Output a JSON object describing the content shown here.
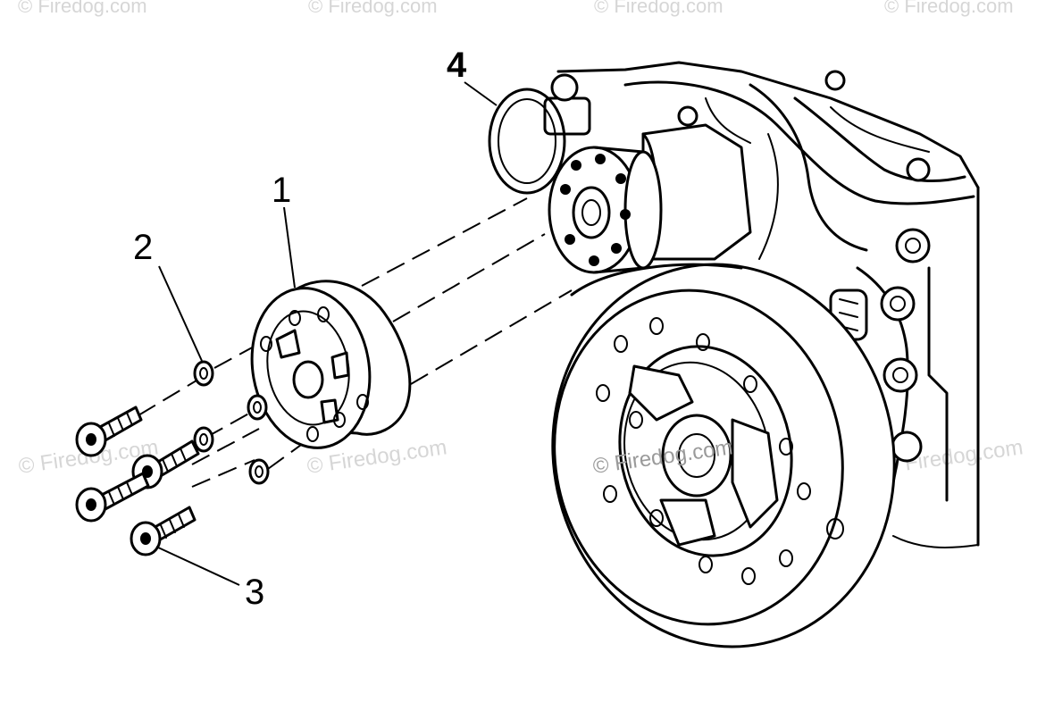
{
  "diagram": {
    "callouts": [
      {
        "id": "1",
        "label": "1"
      },
      {
        "id": "2",
        "label": "2"
      },
      {
        "id": "3",
        "label": "3"
      },
      {
        "id": "4",
        "label": "4"
      }
    ],
    "watermark": "© Firedog.com"
  }
}
